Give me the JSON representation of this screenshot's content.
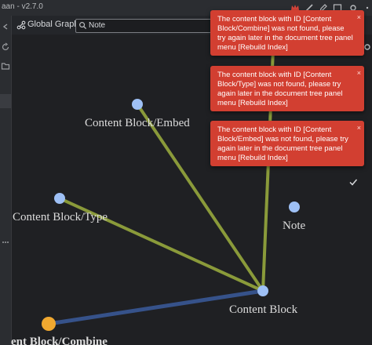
{
  "window": {
    "title": "aan - v2.7.0"
  },
  "graph_panel": {
    "title": "Global Graph",
    "search": {
      "value": "Note",
      "placeholder": ""
    }
  },
  "graph": {
    "nodes": [
      {
        "id": "combine",
        "label": "ent Block/Combine",
        "color": "#f0a830"
      },
      {
        "id": "type",
        "label": "Content Block/Type",
        "color": "#9ec0f5"
      },
      {
        "id": "embed",
        "label": "Content Block/Embed",
        "color": "#9ec0f5"
      },
      {
        "id": "note",
        "label": "Note",
        "color": "#9ec0f5"
      },
      {
        "id": "content_block",
        "label": "Content Block",
        "color": "#9ec0f5"
      }
    ],
    "link_colors": {
      "ref": "#8a9a3a",
      "child": "#36528a"
    }
  },
  "notifications": [
    {
      "message": "The content block with ID [Content Block/Combine] was not found, please try again later in the document tree panel menu [Rebuild Index]",
      "close": "×"
    },
    {
      "message": "The content block with ID [Content Block/Type] was not found, please try again later in the document tree panel menu [Rebuild Index]",
      "close": "×"
    },
    {
      "message": "The content block with ID [Content Block/Embed] was not found, please try again later in the document tree panel menu [Rebuild Index]",
      "close": "×"
    }
  ],
  "icons": {
    "graph": "graph-icon",
    "search": "search-icon",
    "check": "check-icon"
  },
  "colors": {
    "toast": "#d23f31",
    "background": "#1f2023"
  }
}
